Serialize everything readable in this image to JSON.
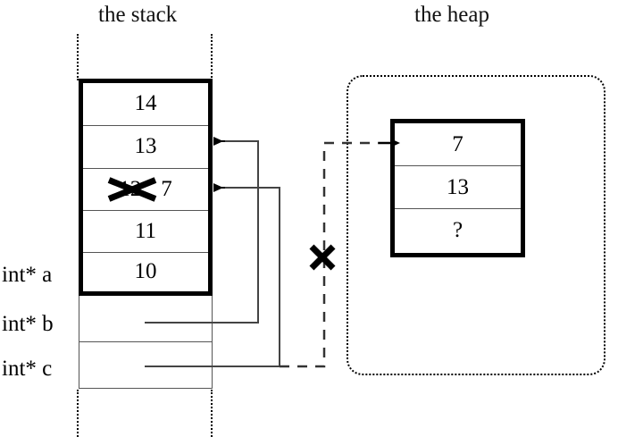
{
  "diagram": {
    "title_stack": "the stack",
    "title_heap": "the heap",
    "colors": {
      "ink": "#000000",
      "cell_rule": "#555555",
      "background": "#ffffff"
    }
  },
  "stack": {
    "frame_cells": [
      {
        "value": "14"
      },
      {
        "value": "13"
      },
      {
        "value": "12",
        "struck": true,
        "annotation": "7"
      },
      {
        "value": "11"
      },
      {
        "value": "10"
      }
    ],
    "struck_value": "12",
    "new_value": "7",
    "tail_cells": [
      {
        "value": ""
      },
      {
        "value": ""
      }
    ],
    "variables": [
      {
        "name": "int* a"
      },
      {
        "name": "int* b"
      },
      {
        "name": "int* c"
      }
    ]
  },
  "heap": {
    "cells": [
      {
        "value": "7"
      },
      {
        "value": "13"
      },
      {
        "value": "?"
      }
    ]
  },
  "annotations": {
    "dangling_pointer_mark": "X",
    "struck_value_mark": "X"
  }
}
